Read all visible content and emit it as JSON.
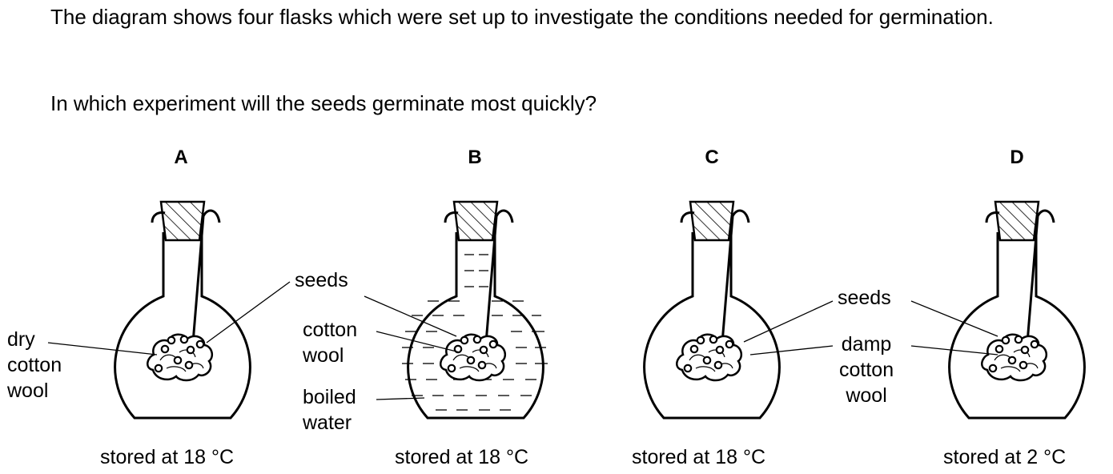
{
  "question": {
    "intro": "The diagram shows four flasks which were set up to investigate the conditions needed for germination.",
    "prompt": "In which experiment will the seeds germinate most quickly?"
  },
  "flasks": [
    {
      "letter": "A",
      "stored": "stored at 18 °C"
    },
    {
      "letter": "B",
      "stored": "stored at 18 °C"
    },
    {
      "letter": "C",
      "stored": "stored at 18 °C"
    },
    {
      "letter": "D",
      "stored": "stored at 2 °C"
    }
  ],
  "labels": {
    "a_dry": [
      "dry",
      "cotton",
      "wool"
    ],
    "b_seeds": "seeds",
    "b_cotton": [
      "cotton",
      "wool"
    ],
    "b_water": [
      "boiled",
      "water"
    ],
    "cd_seeds": "seeds",
    "cd_damp": [
      "damp",
      "cotton",
      "wool"
    ]
  }
}
